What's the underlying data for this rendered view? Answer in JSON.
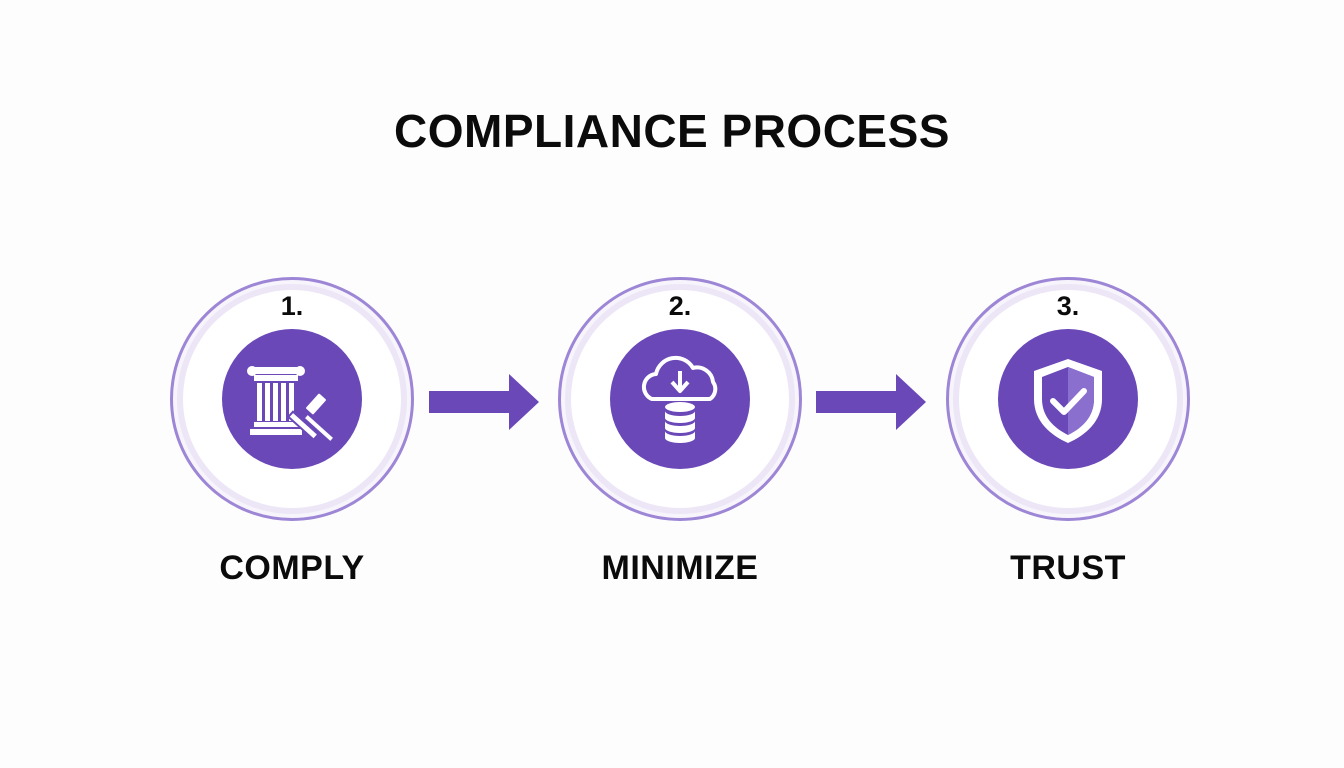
{
  "title": "COMPLIANCE PROCESS",
  "accent_color": "#6a48b8",
  "ring_color": "#9d86d6",
  "steps": [
    {
      "number": "1.",
      "label": "COMPLY",
      "icon": "courthouse-gavel-icon"
    },
    {
      "number": "2.",
      "label": "MINIMIZE",
      "icon": "cloud-download-database-icon"
    },
    {
      "number": "3.",
      "label": "TRUST",
      "icon": "shield-check-icon"
    }
  ],
  "connectors": [
    "arrow-right-icon",
    "arrow-right-icon"
  ]
}
